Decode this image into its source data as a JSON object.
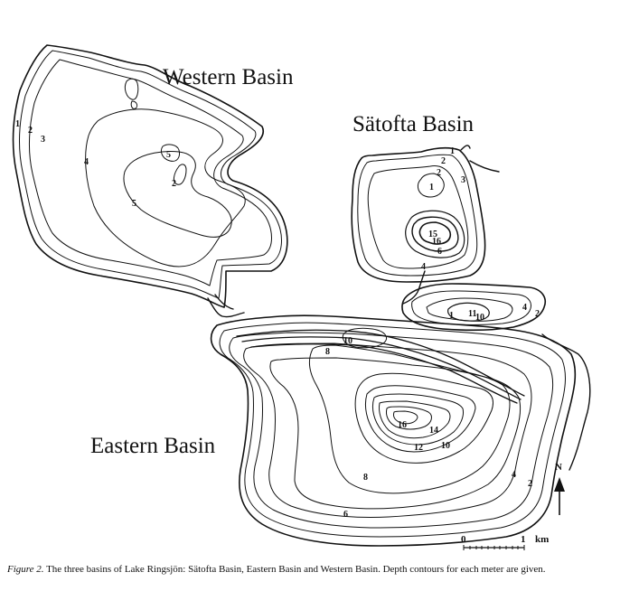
{
  "labels": {
    "western": "Western Basin",
    "satofta": "Sätofta Basin",
    "eastern": "Eastern Basin"
  },
  "depth_labels": {
    "w1": "1",
    "w2": "2",
    "w3": "3",
    "w4": "4",
    "w5a": "5",
    "w5b": "5",
    "w2b": "2",
    "s1": "1",
    "s2a": "2",
    "s2b": "2",
    "s3": "3",
    "s1b": "1",
    "s15": "15",
    "s16": "16",
    "s6": "6",
    "s4": "4",
    "m1": "1",
    "m11": "11",
    "m10": "10",
    "m4": "4",
    "m2": "2",
    "e10": "10",
    "e8a": "8",
    "e16": "16",
    "e14": "14",
    "e12": "12",
    "e10b": "10",
    "e8b": "8",
    "e6": "6",
    "e4": "4",
    "e2": "2"
  },
  "compass": {
    "north": "N"
  },
  "scale": {
    "start": "0",
    "end": "1",
    "unit": "km"
  },
  "caption": {
    "figure": "Figure 2.",
    "text": " The three basins of Lake Ringsjön: Sätofta Basin, Eastern Basin and Western Basin. Depth contours for each meter are given."
  }
}
